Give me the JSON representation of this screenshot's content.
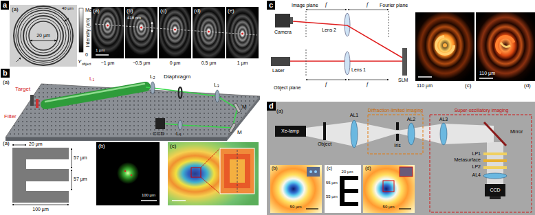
{
  "diagram": {
    "labels": [
      "a",
      "(a)",
      "40 µm",
      "20 µm",
      "Max",
      "Intensity (arb)",
      "0",
      "(a)",
      "(b)",
      "(c)",
      "(d)",
      "(e)",
      "418 nm",
      "1 µm",
      "Y",
      "object",
      "−1 µm",
      "−0.5 µm",
      "0 µm",
      "0.5 µm",
      "1 µm",
      "b",
      "(a)",
      "Target",
      "Filter",
      "L₁",
      "L₂",
      "Diaphragm",
      "L₃",
      "M",
      "M",
      "L₄",
      "CCD",
      "(a)",
      "20 µm",
      "57 µm",
      "57 µm",
      "100 µm",
      "(b)",
      "100 µm",
      "(c)",
      "c",
      "Camera",
      "Image plane",
      "f",
      "f",
      "Fourier plane",
      "Lens 2",
      "Laser",
      "Lens 1",
      "SLM",
      "Object plane",
      "f",
      "f",
      "110 µm",
      "(c)",
      "110 µm",
      "(d)",
      "d",
      "(a)",
      "Diffraction-limited imaging",
      "Super-oscillatory imaging",
      "Xe-lamp",
      "Object",
      "AL1",
      "Iris",
      "AL2",
      "AL3",
      "Mirror",
      "LP1",
      "Metasurface",
      "LP2",
      "AL4",
      "CCD",
      "(b)",
      "50 µm",
      "(c)",
      "20 µm",
      "55 µm",
      "55 µm",
      "(d)",
      "50 µm"
    ]
  }
}
